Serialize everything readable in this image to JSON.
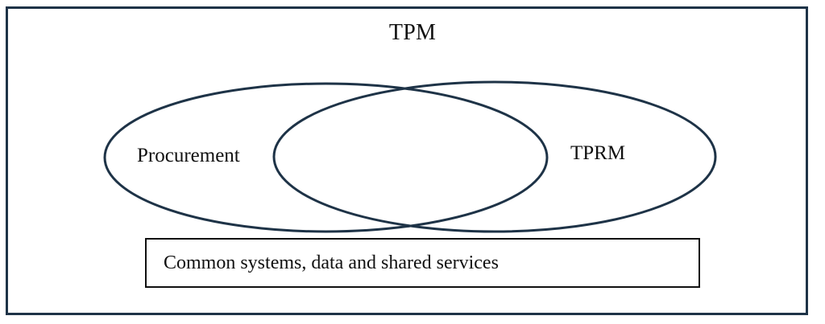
{
  "diagram": {
    "title": "TPM",
    "type": "venn-diagram",
    "frame": {
      "border_color": "#1e3347",
      "background_color": "#ffffff"
    },
    "sets": [
      {
        "id": "procurement",
        "label": "Procurement",
        "position": "left",
        "stroke_color": "#1e3347"
      },
      {
        "id": "tprm",
        "label": "TPRM",
        "position": "right",
        "stroke_color": "#1e3347"
      }
    ],
    "foundation": {
      "label": "Common systems, data and shared services",
      "border_color": "#101010"
    }
  }
}
